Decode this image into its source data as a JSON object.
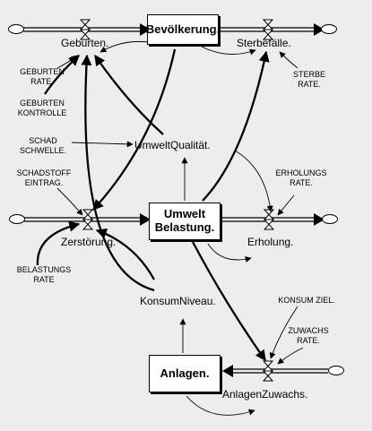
{
  "stocks": {
    "bevoelkerung": "Bevölkerung.",
    "umwelt_belastung_line1": "Umwelt",
    "umwelt_belastung_line2": "Belastung.",
    "anlagen": "Anlagen."
  },
  "flows": {
    "geburten": "Geburten.",
    "sterbefaelle": "Sterbefälle.",
    "zerstoerung": "Zerstörung.",
    "erholung": "Erholung.",
    "anlagen_zuwachs": "AnlagenZuwachs."
  },
  "auxiliaries": {
    "umwelt_qualitaet": "UmweltQualität.",
    "konsum_niveau": "KonsumNiveau."
  },
  "constants": {
    "geburten_rate": [
      "GEBURTEN",
      "RATE."
    ],
    "geburten_kontrolle": [
      "GEBURTEN",
      "KONTROLLE"
    ],
    "sterbe_rate": [
      "STERBE",
      "RATE."
    ],
    "schad_schwelle": [
      "SCHAD",
      "SCHWELLE."
    ],
    "schadstoff_eintrag": [
      "SCHADSTOFF",
      "EINTRAG."
    ],
    "erholungs_rate": [
      "ERHOLUNGS",
      "RATE."
    ],
    "belastungs_rate": [
      "BELASTUNGS",
      "RATE"
    ],
    "konsum_ziel": [
      "KONSUM ZIEL."
    ],
    "zuwachs_rate": [
      "ZUWACHS",
      "RATE."
    ]
  },
  "colors": {
    "background": "#ededed",
    "ink": "#000000",
    "stock_fill": "#ffffff"
  },
  "icons": {
    "source_sink": "cloud-icon",
    "flow_valve": "valve-icon"
  }
}
